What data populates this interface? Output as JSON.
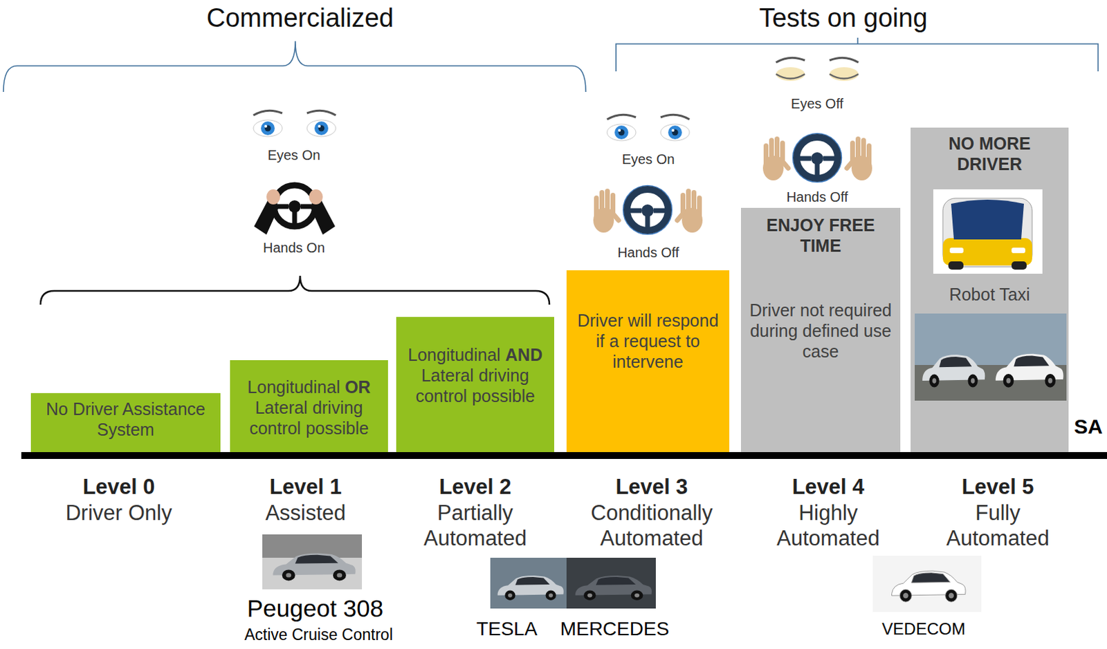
{
  "diagram": {
    "nodes": [
      {
        "text": [
          "No Driver Assistance System"
        ]
      },
      {
        "text": [
          "Longitudinal OR Lateral driving control possible"
        ]
      },
      {
        "text": [
          "Longitudinal AND Lateral driving control possible"
        ]
      },
      {
        "text": [
          "Driver will respond if a request to intervene"
        ]
      },
      {
        "text": [
          "ENJOY FREE TIME",
          "Driver not required during defined use case"
        ]
      },
      {
        "text": [
          "NO MORE DRIVER",
          "Robot Taxi"
        ]
      }
    ],
    "labels": [
      "Commercialized",
      "Tests on going",
      "Eyes On",
      "Hands On",
      "Eyes On",
      "Hands Off",
      "Eyes Off",
      "Hands Off",
      "SA",
      "Level 0",
      "Driver Only",
      "Level 1",
      "Assisted",
      "Level 2",
      "Partially Automated",
      "Level 3",
      "Conditionally Automated",
      "Level 4",
      "Highly Automated",
      "Level 5",
      "Fully Automated",
      "Peugeot 308",
      "Active Cruise Control",
      "TESLA",
      "MERCEDES",
      "VEDECOM"
    ]
  }
}
